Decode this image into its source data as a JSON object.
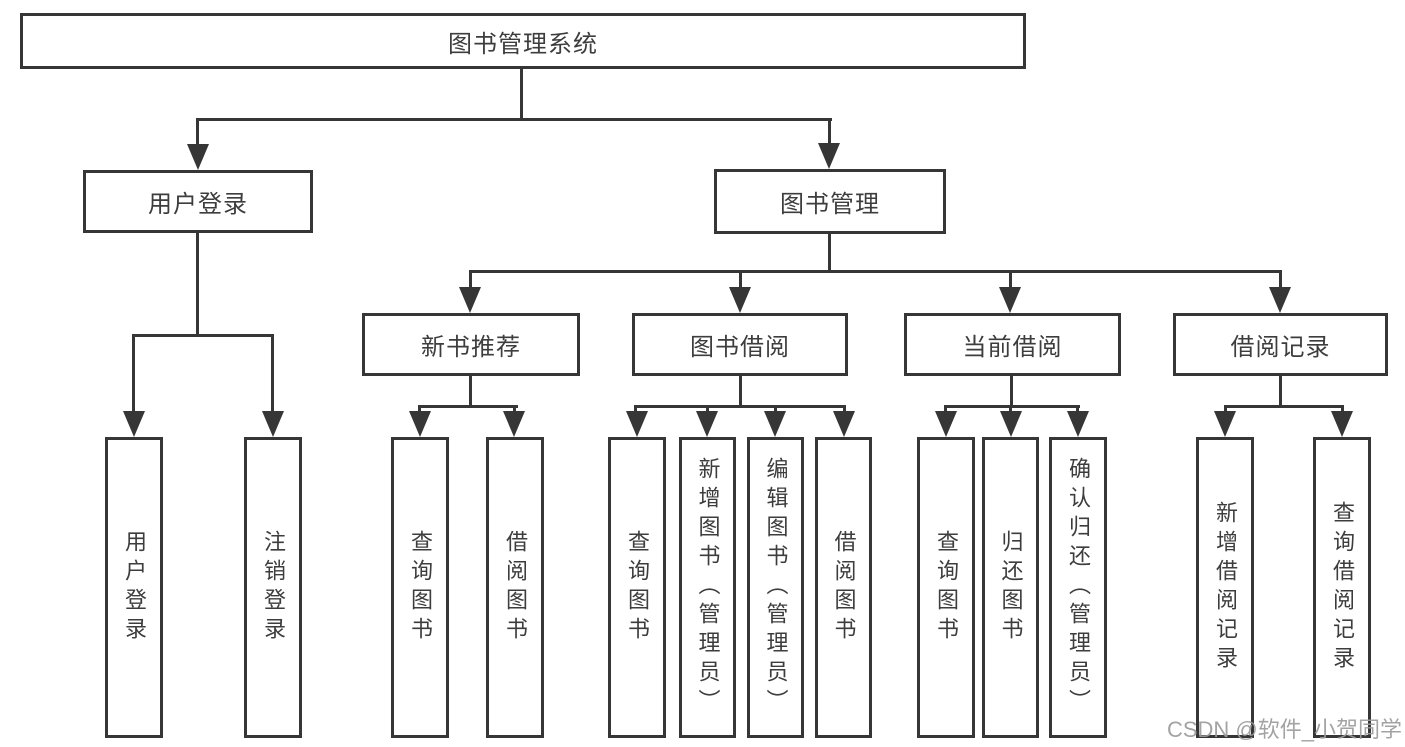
{
  "nodes": {
    "root": "图书管理系统",
    "user_login": "用户登录",
    "book_mgmt": "图书管理",
    "new_book_rec": "新书推荐",
    "book_borrow": "图书借阅",
    "current_borrow": "当前借阅",
    "borrow_record": "借阅记录",
    "leaf_user_login": "用户登录",
    "leaf_logout": "注销登录",
    "leaf_query_book_rec": "查询图书",
    "leaf_borrow_book_rec": "借阅图书",
    "leaf_query_book_borrow": "查询图书",
    "leaf_add_book_admin": "新增图书（管理员）",
    "leaf_edit_book_admin": "编辑图书（管理员）",
    "leaf_borrow_book_borrow": "借阅图书",
    "leaf_query_book_current": "查询图书",
    "leaf_return_book": "归还图书",
    "leaf_confirm_return_admin": "确认归还（管理员）",
    "leaf_add_borrow_record": "新增借阅记录",
    "leaf_query_borrow_record": "查询借阅记录"
  },
  "watermark": "CSDN @软件_小贺同学",
  "colors": {
    "line": "#363636",
    "text": "#3d3d3d",
    "watermark": "#9c9c9c",
    "background": "#ffffff"
  }
}
